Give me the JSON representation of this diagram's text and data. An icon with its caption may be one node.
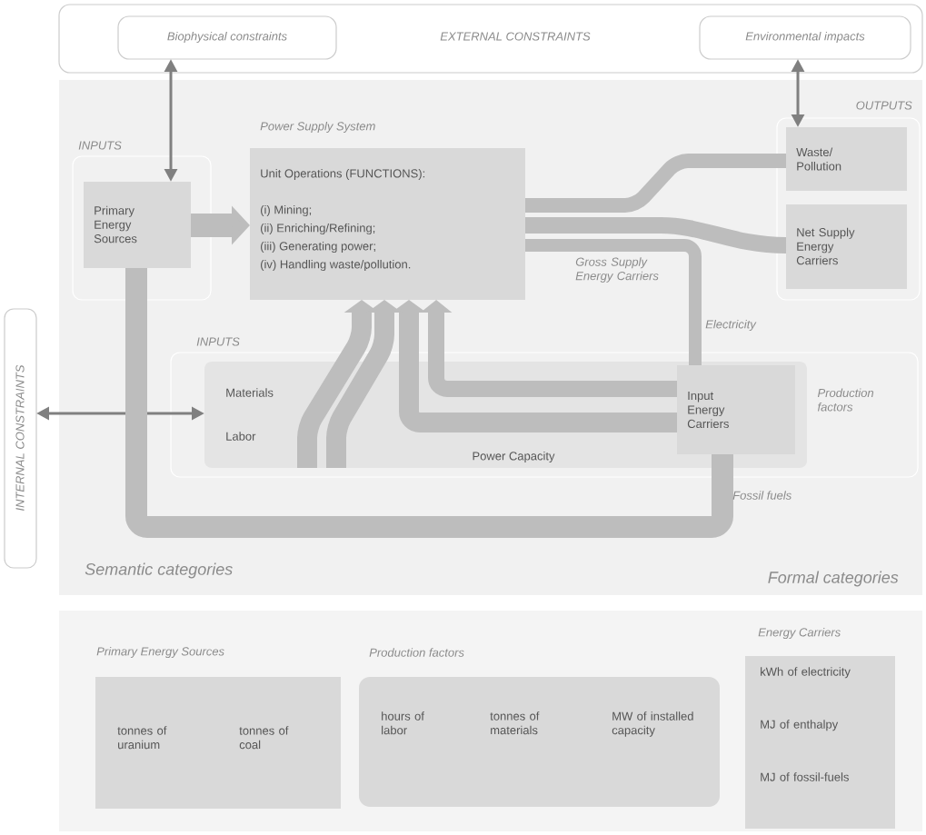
{
  "diagram": {
    "nodes": [
      {
        "text": [
          "EXTERNAL CONSTRAINTS"
        ]
      },
      {
        "text": [
          "Biophysical constraints"
        ],
        "in": 0
      },
      {
        "text": [
          "Environmental impacts"
        ],
        "in": 0
      },
      {
        "text": [
          "INPUTS"
        ]
      },
      {
        "text": [
          "Primary Energy Sources"
        ],
        "in": 3
      },
      {
        "text": [
          "Power Supply System",
          "Unit Operations (FUNCTIONS):",
          "(i) Mining;",
          "(ii) Enriching/Refining;",
          "(iii) Generating power;",
          "(iv) Handling waste/pollution."
        ]
      },
      {
        "text": [
          "OUTPUTS"
        ]
      },
      {
        "text": [
          "Waste/ Pollution"
        ],
        "in": 6
      },
      {
        "text": [
          "Net Supply Energy Carriers"
        ],
        "in": 6
      },
      {
        "text": [
          "INPUTS",
          "Production factors"
        ]
      },
      {
        "text": [
          "Materials",
          "Labor",
          "Power Capacity"
        ],
        "in": 9
      },
      {
        "text": [
          "Input Energy Carriers"
        ],
        "in": 10
      },
      {
        "text": [
          "INTERNAL CONSTRAINTS"
        ]
      },
      {
        "text": [
          "Primary Energy Sources",
          "tonnes of uranium",
          "tonnes of coal"
        ]
      },
      {
        "text": [
          "Production factors",
          "hours of labor",
          "tonnes of materials",
          "MW of installed capacity"
        ]
      },
      {
        "text": [
          "Energy Carriers",
          "kWh of electricity",
          "MJ of enthalpy",
          "MJ of fossil-fuels"
        ]
      }
    ],
    "edges": [
      {
        "from": 1,
        "to": 4,
        "arrow": "both"
      },
      {
        "from": 2,
        "to": 7,
        "arrow": "both"
      },
      {
        "from": 12,
        "to": 10,
        "arrow": "both"
      },
      {
        "from": 4,
        "to": 5,
        "arrow": "to"
      },
      {
        "from": 5,
        "to": 7,
        "arrow": "none"
      },
      {
        "from": 5,
        "to": 8,
        "arrow": "none"
      },
      {
        "from": 5,
        "to": 11,
        "arrow": "none"
      },
      {
        "from": 11,
        "to": 5,
        "arrow": "to"
      },
      {
        "from": 11,
        "to": 5,
        "arrow": "to"
      },
      {
        "from": 10,
        "to": 5,
        "arrow": "to"
      },
      {
        "from": 10,
        "to": 5,
        "arrow": "to"
      },
      {
        "from": 4,
        "to": 11,
        "arrow": "none"
      }
    ],
    "labels": [
      "Gross Supply Energy Carriers",
      "Electricity",
      "Fossil fuels",
      "Semantic categories",
      "Formal categories"
    ]
  }
}
